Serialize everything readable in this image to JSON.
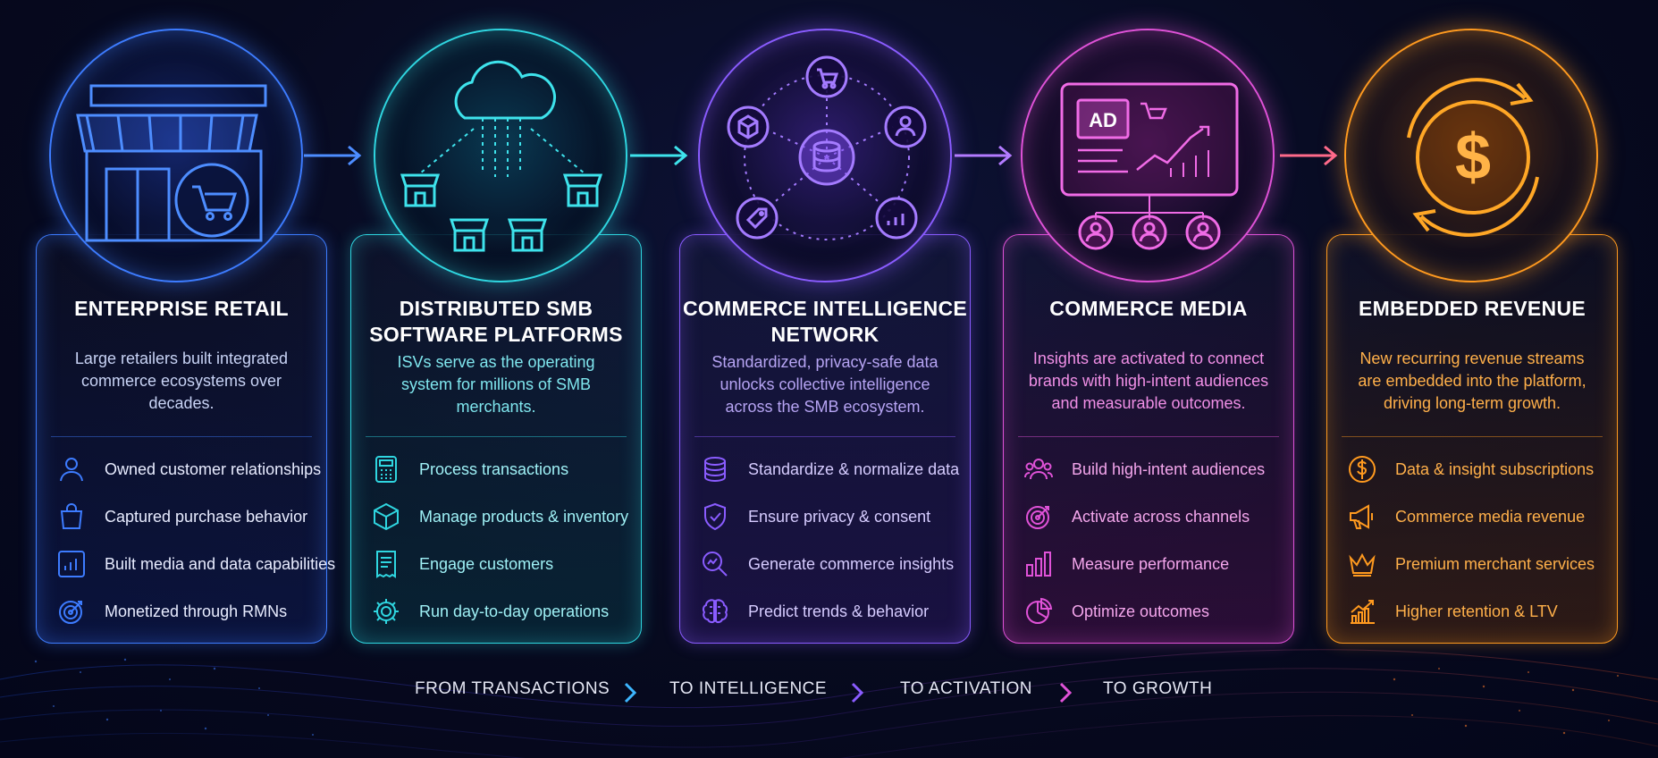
{
  "stages": [
    {
      "title": "ENTERPRISE RETAIL",
      "description": "Large retailers built integrated\ncommerce ecosystems over\ndecades.",
      "accent": "#3d7cff",
      "items": [
        {
          "icon": "user-icon",
          "label": "Owned customer relationships"
        },
        {
          "icon": "shopping-bag-icon",
          "label": "Captured purchase behavior"
        },
        {
          "icon": "bar-chart-icon",
          "label": "Built media and data capabilities"
        },
        {
          "icon": "target-icon",
          "label": "Monetized through RMNs"
        }
      ]
    },
    {
      "title": "DISTRIBUTED SMB\nSOFTWARE PLATFORMS",
      "description": "ISVs serve as the operating\nsystem for millions of SMB\nmerchants.",
      "accent": "#2fd6e0",
      "items": [
        {
          "icon": "calculator-icon",
          "label": "Process transactions"
        },
        {
          "icon": "box-icon",
          "label": "Manage products & inventory"
        },
        {
          "icon": "receipt-icon",
          "label": "Engage customers"
        },
        {
          "icon": "gear-icon",
          "label": "Run day-to-day operations"
        }
      ]
    },
    {
      "title": "COMMERCE INTELLIGENCE\nNETWORK",
      "description": "Standardized, privacy-safe data\nunlocks collective intelligence\nacross the SMB ecosystem.",
      "accent": "#8a5cff",
      "items": [
        {
          "icon": "database-icon",
          "label": "Standardize & normalize data"
        },
        {
          "icon": "shield-check-icon",
          "label": "Ensure privacy & consent"
        },
        {
          "icon": "magnifier-chart-icon",
          "label": "Generate commerce insights"
        },
        {
          "icon": "brain-icon",
          "label": "Predict trends & behavior"
        }
      ]
    },
    {
      "title": "COMMERCE MEDIA",
      "description": "Insights are activated to connect\nbrands with high-intent audiences\nand measurable outcomes.",
      "accent": "#e052d8",
      "items": [
        {
          "icon": "audience-icon",
          "label": "Build high-intent audiences"
        },
        {
          "icon": "target-arrow-icon",
          "label": "Activate across channels"
        },
        {
          "icon": "bar-chart-icon",
          "label": "Measure performance"
        },
        {
          "icon": "pie-chart-icon",
          "label": "Optimize outcomes"
        }
      ]
    },
    {
      "title": "EMBEDDED REVENUE",
      "description": "New recurring revenue streams\nare embedded into the platform,\ndriving long-term growth.",
      "accent": "#ff9a1f",
      "items": [
        {
          "icon": "dollar-coin-icon",
          "label": "Data & insight subscriptions"
        },
        {
          "icon": "megaphone-icon",
          "label": "Commerce media revenue"
        },
        {
          "icon": "crown-icon",
          "label": "Premium merchant services"
        },
        {
          "icon": "growth-chart-icon",
          "label": "Higher retention & LTV"
        }
      ]
    }
  ],
  "hero": {
    "ad_label": "AD",
    "dollar_sign": "$"
  },
  "flow": {
    "steps": [
      "FROM TRANSACTIONS",
      "TO INTELLIGENCE",
      "TO ACTIVATION",
      "TO GROWTH"
    ]
  }
}
